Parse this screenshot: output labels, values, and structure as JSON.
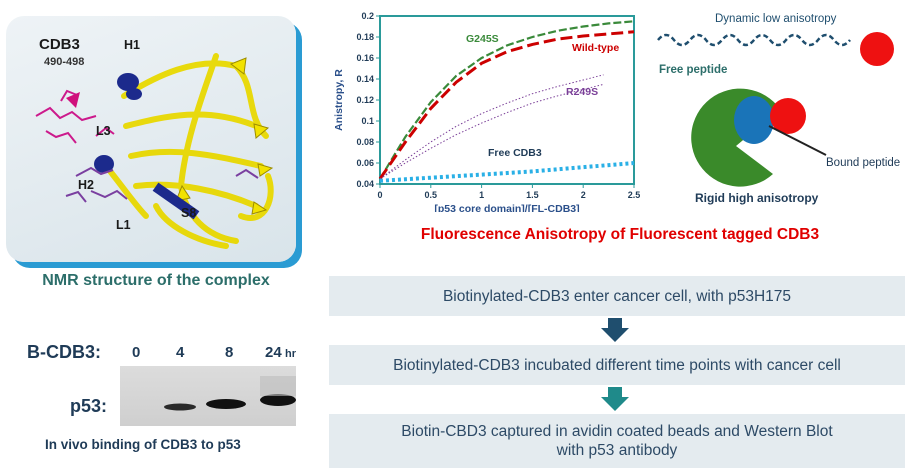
{
  "nmr": {
    "title": "CDB3",
    "range": "490-498",
    "labels": {
      "h1": "H1",
      "l3": "L3",
      "h2": "H2",
      "l1": "L1",
      "s8": "S8"
    },
    "caption": "NMR structure of the complex"
  },
  "chart_data": {
    "type": "line",
    "xlabel": "[p53 core domain]/[FL-CDB3]",
    "ylabel": "Anistropy, R",
    "xlim": [
      0,
      2.5
    ],
    "ylim": [
      0.04,
      0.2
    ],
    "xticks": [
      "0",
      "0.5",
      "1",
      "1.5",
      "2",
      "2.5"
    ],
    "yticks": [
      "0.04",
      "0.06",
      "0.08",
      "0.1",
      "0.12",
      "0.14",
      "0.16",
      "0.18",
      "0.2"
    ],
    "series": [
      {
        "name": "G245S",
        "color": "#3a8a3a",
        "style": "dashed",
        "x": [
          0,
          0.25,
          0.5,
          0.75,
          1.0,
          1.25,
          1.5,
          1.75,
          2.0,
          2.25,
          2.5
        ],
        "y": [
          0.045,
          0.085,
          0.118,
          0.143,
          0.16,
          0.172,
          0.18,
          0.186,
          0.19,
          0.193,
          0.195
        ]
      },
      {
        "name": "Wild-type",
        "color": "#cc0000",
        "style": "dashed",
        "x": [
          0,
          0.25,
          0.5,
          0.75,
          1.0,
          1.25,
          1.5,
          1.75,
          2.0,
          2.25,
          2.5
        ],
        "y": [
          0.045,
          0.08,
          0.112,
          0.137,
          0.155,
          0.166,
          0.173,
          0.178,
          0.181,
          0.183,
          0.185
        ]
      },
      {
        "name": "R249S",
        "color": "#7a3f98",
        "style": "dotted",
        "x": [
          0,
          0.25,
          0.5,
          0.75,
          1.0,
          1.25,
          1.5,
          1.75,
          2.0,
          2.2
        ],
        "y": [
          0.045,
          0.063,
          0.08,
          0.095,
          0.107,
          0.117,
          0.126,
          0.133,
          0.139,
          0.144
        ]
      },
      {
        "name": "",
        "color": "#7a3f98",
        "style": "dotted",
        "x": [
          0,
          0.25,
          0.5,
          0.75,
          1.0,
          1.25,
          1.5,
          1.75,
          2.0,
          2.2
        ],
        "y": [
          0.045,
          0.06,
          0.074,
          0.087,
          0.098,
          0.108,
          0.117,
          0.124,
          0.13,
          0.135
        ]
      },
      {
        "name": "Free CDB3",
        "color": "#2ab0e6",
        "style": "dotted",
        "x": [
          0,
          0.5,
          1.0,
          1.5,
          2.0,
          2.5
        ],
        "y": [
          0.043,
          0.046,
          0.049,
          0.052,
          0.056,
          0.06
        ]
      }
    ]
  },
  "chart_caption": "Fluorescence Anisotropy of Fluorescent tagged CDB3",
  "schematic": {
    "dynamic_label": "Dynamic low anisotropy",
    "free_label": "Free peptide",
    "bound_label": "Bound peptide",
    "rigid_label": "Rigid high anisotropy"
  },
  "steps": [
    "Biotinylated-CDB3 enter cancer cell, with p53H175",
    "Biotinylated-CDB3 incubated different time points with cancer cell",
    "Biotin-CBD3 captured in avidin coated beads and Western Blot",
    "with p53 antibody"
  ],
  "blot": {
    "bcdb3_label": "B-CDB3:",
    "timepoints": [
      "0",
      "4",
      "8",
      "24"
    ],
    "unit": "hr",
    "p53_label": "p53:",
    "caption": "In vivo binding of CDB3 to p53"
  },
  "colors": {
    "accent_blue": "#2a9bd3",
    "caption_red": "#e00000",
    "teal_text": "#2c6e6a",
    "navy_text": "#1f3b57",
    "step_bg": "#e4ebef",
    "arrow_dark": "#1f4e6e",
    "arrow_teal": "#1f8a8a"
  }
}
